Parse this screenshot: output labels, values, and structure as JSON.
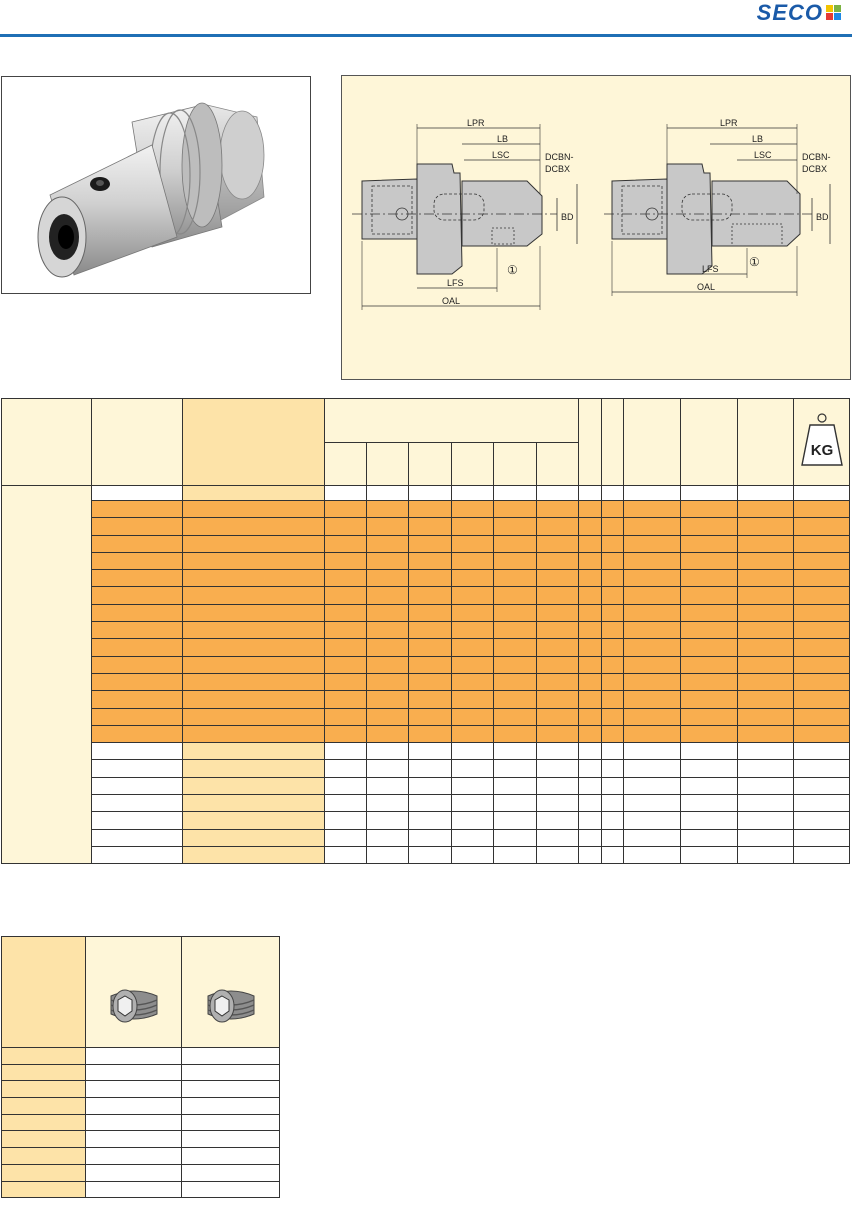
{
  "brand": {
    "logo_text": "SECO",
    "colors": {
      "accent_blue": "#1f6fb5",
      "orange_row": "#f9ae4f",
      "cream": "#fef6d8",
      "peach": "#fde3a8"
    }
  },
  "diagram": {
    "left": {
      "lpr": "LPR",
      "lb": "LB",
      "lsc": "LSC",
      "dcbn": "DCBN-",
      "dcbx": "DCBX",
      "bd": "BD",
      "lfs": "LFS",
      "oal": "OAL",
      "callout": "①"
    },
    "right": {
      "lpr": "LPR",
      "lb": "LB",
      "lsc": "LSC",
      "dcbn": "DCBN-",
      "dcbx": "DCBX",
      "bd": "BD",
      "lfs": "LFS",
      "oal": "OAL",
      "callout": "①"
    }
  },
  "table": {
    "weight_icon_label": "KG",
    "rows_orange": 14,
    "rows_white": 7
  },
  "screws": {
    "rows": 9,
    "icons": [
      "set-screw-icon",
      "set-screw-icon"
    ]
  }
}
